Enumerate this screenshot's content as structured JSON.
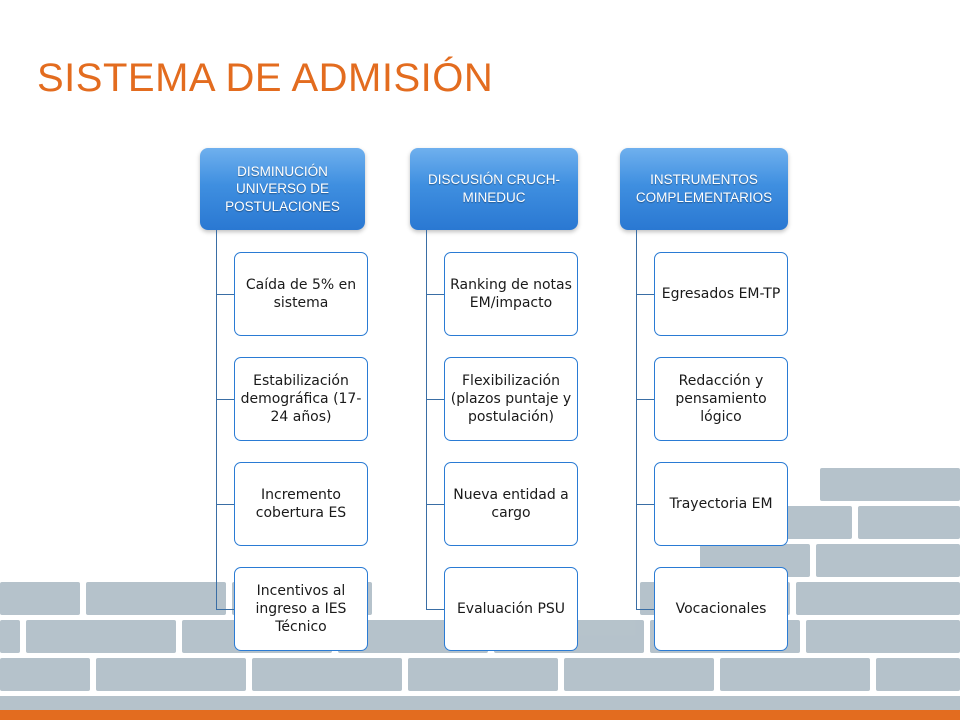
{
  "title": "SISTEMA DE ADMISIÓN",
  "colors": {
    "title": "#e36c1f",
    "header_fill": "#3f8fe0",
    "child_border": "#2a7bd4",
    "connector": "#3a6ea5",
    "bottom_bar": "#e36c1f",
    "bricks": "#a9b8c2"
  },
  "columns": [
    {
      "header": "DISMINUCIÓN UNIVERSO DE POSTULACIONES",
      "items": [
        "Caída de 5% en sistema",
        "Estabilización demográfica (17-24 años)",
        "Incremento cobertura ES",
        "Incentivos al ingreso a IES Técnico"
      ]
    },
    {
      "header": "DISCUSIÓN CRUCH-MINEDUC",
      "items": [
        "Ranking de notas EM/impacto",
        "Flexibilización (plazos puntaje y postulación)",
        "Nueva entidad a cargo",
        "Evaluación PSU"
      ]
    },
    {
      "header": "INSTRUMENTOS COMPLEMENTARIOS",
      "items": [
        "Egresados EM-TP",
        "Redacción y pensamiento lógico",
        "Trayectoria EM",
        "Vocacionales"
      ]
    }
  ]
}
